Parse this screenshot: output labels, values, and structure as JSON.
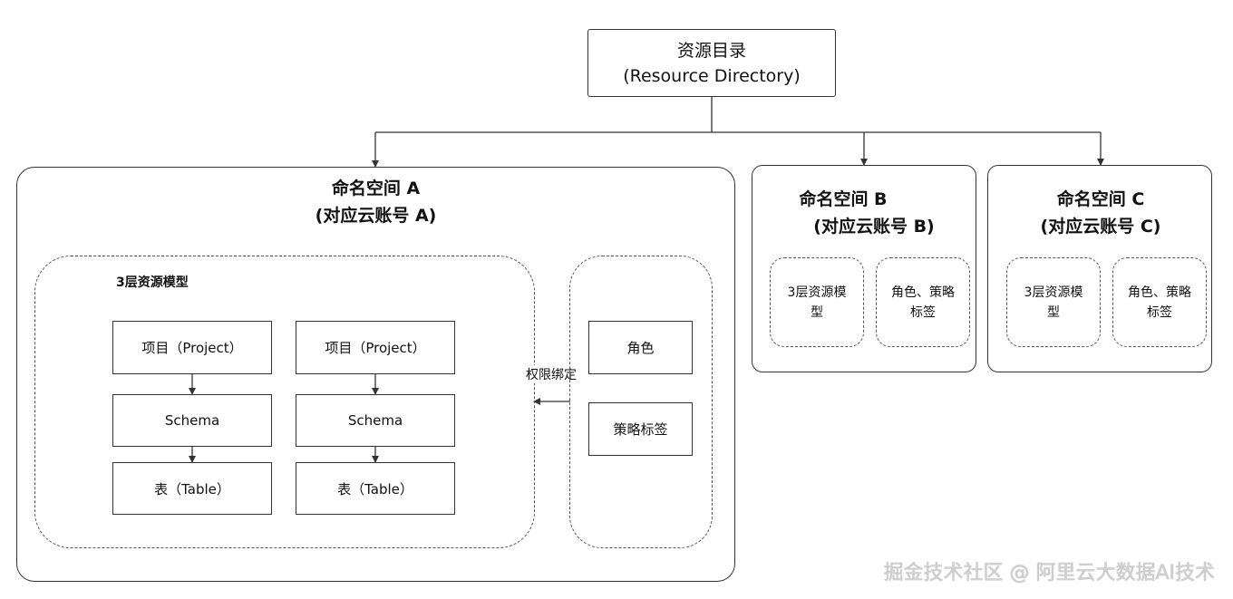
{
  "root": {
    "line1": "资源目录",
    "line2": "(Resource Directory)"
  },
  "namespace_a": {
    "title1": "命名空间 A",
    "title2": "(对应云账号 A)",
    "model_title": "3层资源模型",
    "column1": {
      "project": "项目（Project）",
      "schema": "Schema",
      "table": "表（Table）"
    },
    "column2": {
      "project": "项目（Project）",
      "schema": "Schema",
      "table": "表（Table）"
    },
    "binding_label": "权限绑定",
    "role": "角色",
    "policy_tag": "策略标签"
  },
  "namespace_b": {
    "title1": "命名空间 B",
    "title2": "(对应云账号 B)",
    "model": {
      "line1": "3层资源模",
      "line2": "型"
    },
    "role_policy": {
      "line1": "角色、策略",
      "line2": "标签"
    }
  },
  "namespace_c": {
    "title1": "命名空间 C",
    "title2": "(对应云账号 C)",
    "model": {
      "line1": "3层资源模",
      "line2": "型"
    },
    "role_policy": {
      "line1": "角色、策略",
      "line2": "标签"
    }
  },
  "watermark": "掘金技术社区 @ 阿里云大数据AI技术"
}
